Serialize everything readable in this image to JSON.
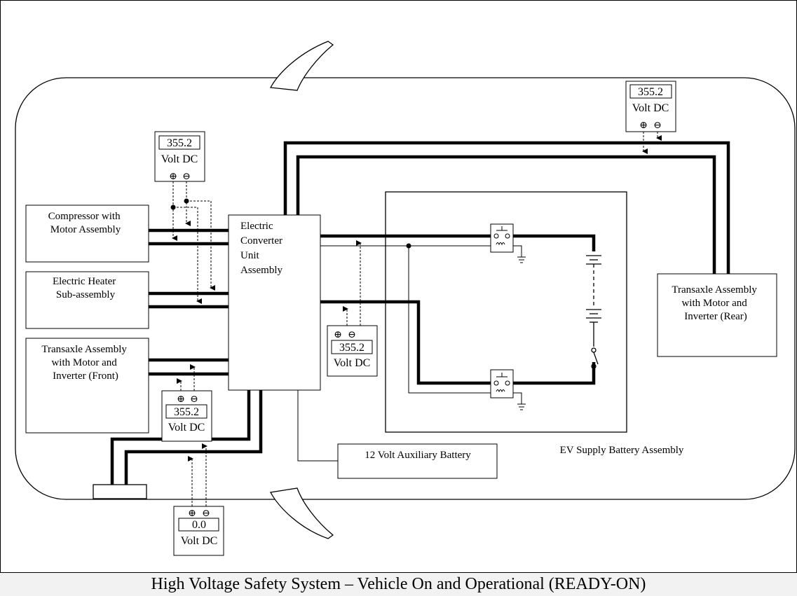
{
  "diagram": {
    "caption": "High Voltage Safety System – Vehicle On and Operational (READY-ON)",
    "components": {
      "compressor": [
        "Compressor with",
        "Motor Assembly"
      ],
      "heater": [
        "Electric Heater",
        "Sub-assembly"
      ],
      "transaxle_front": [
        "Transaxle Assembly",
        "with Motor and",
        "Inverter (Front)"
      ],
      "converter": [
        "Electric",
        "Converter",
        "Unit",
        "Assembly"
      ],
      "transaxle_rear": [
        "Transaxle Assembly",
        "with Motor and",
        "Inverter (Rear)"
      ],
      "aux_battery": "12 Volt Auxiliary Battery",
      "ev_battery": "EV Supply Battery Assembly"
    },
    "meters": [
      {
        "id": "meter-top-left",
        "value": "355.2",
        "unit": "Volt DC"
      },
      {
        "id": "meter-top-right",
        "value": "355.2",
        "unit": "Volt DC"
      },
      {
        "id": "meter-center",
        "value": "355.2",
        "unit": "Volt DC"
      },
      {
        "id": "meter-front-transaxle",
        "value": "355.2",
        "unit": "Volt DC"
      },
      {
        "id": "meter-bottom",
        "value": "0.0",
        "unit": "Volt DC"
      }
    ],
    "polarity_symbols": [
      "⊕",
      "⊖"
    ]
  }
}
